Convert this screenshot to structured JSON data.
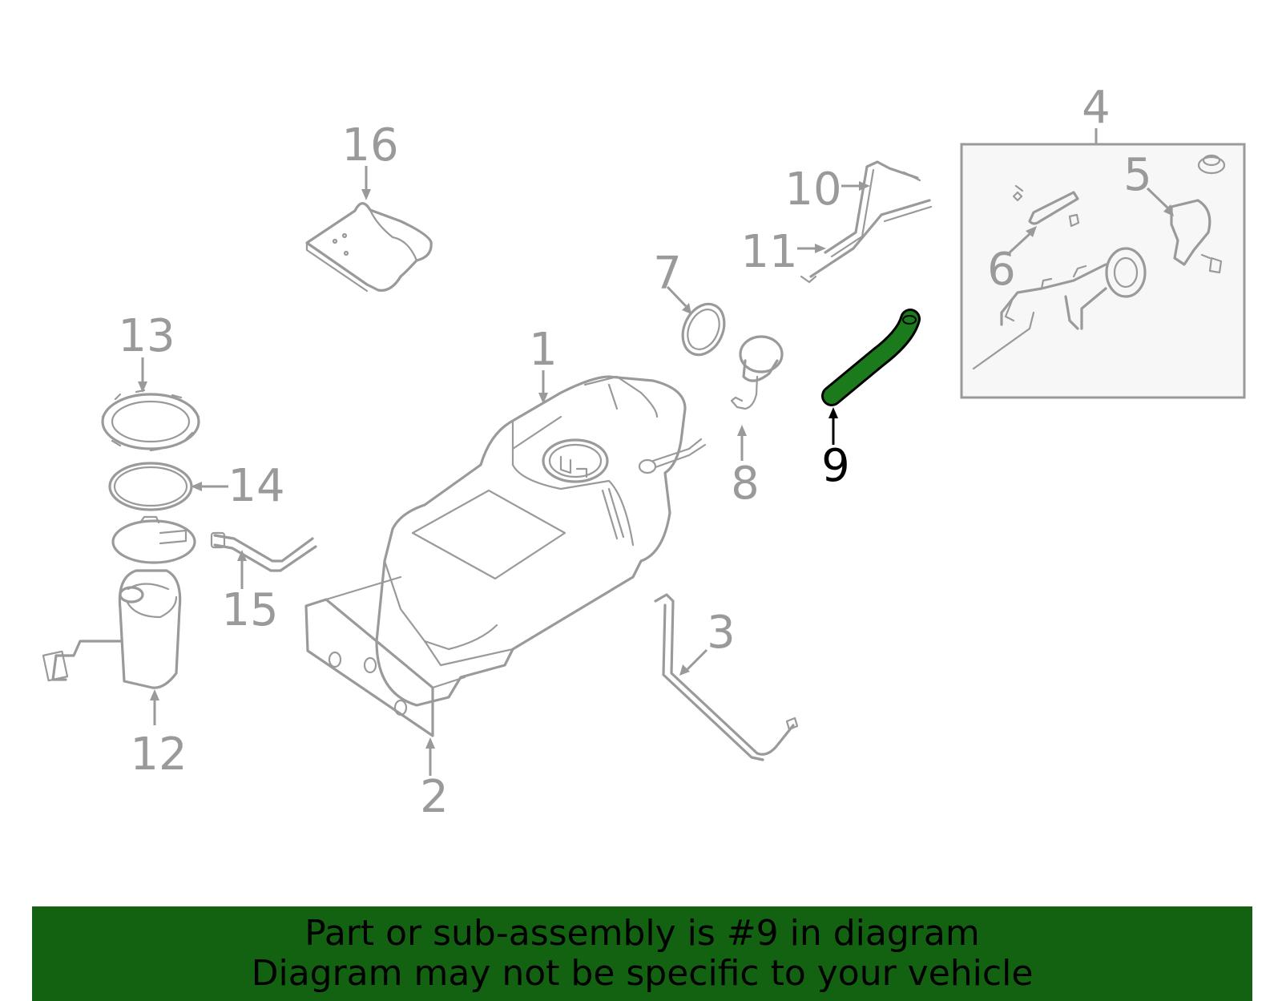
{
  "colors": {
    "part_stroke": "#9a9a9a",
    "highlight": "#1b7a1b",
    "banner": "#126212",
    "text": "#000000"
  },
  "selected_callout": "9",
  "callouts": {
    "c1": "1",
    "c2": "2",
    "c3": "3",
    "c4": "4",
    "c5": "5",
    "c6": "6",
    "c7": "7",
    "c8": "8",
    "c9": "9",
    "c10": "10",
    "c11": "11",
    "c12": "12",
    "c13": "13",
    "c14": "14",
    "c15": "15",
    "c16": "16"
  },
  "banner": {
    "line1": "Part or sub-assembly is #9 in diagram",
    "line2": "Diagram may not be specific to your vehicle"
  }
}
